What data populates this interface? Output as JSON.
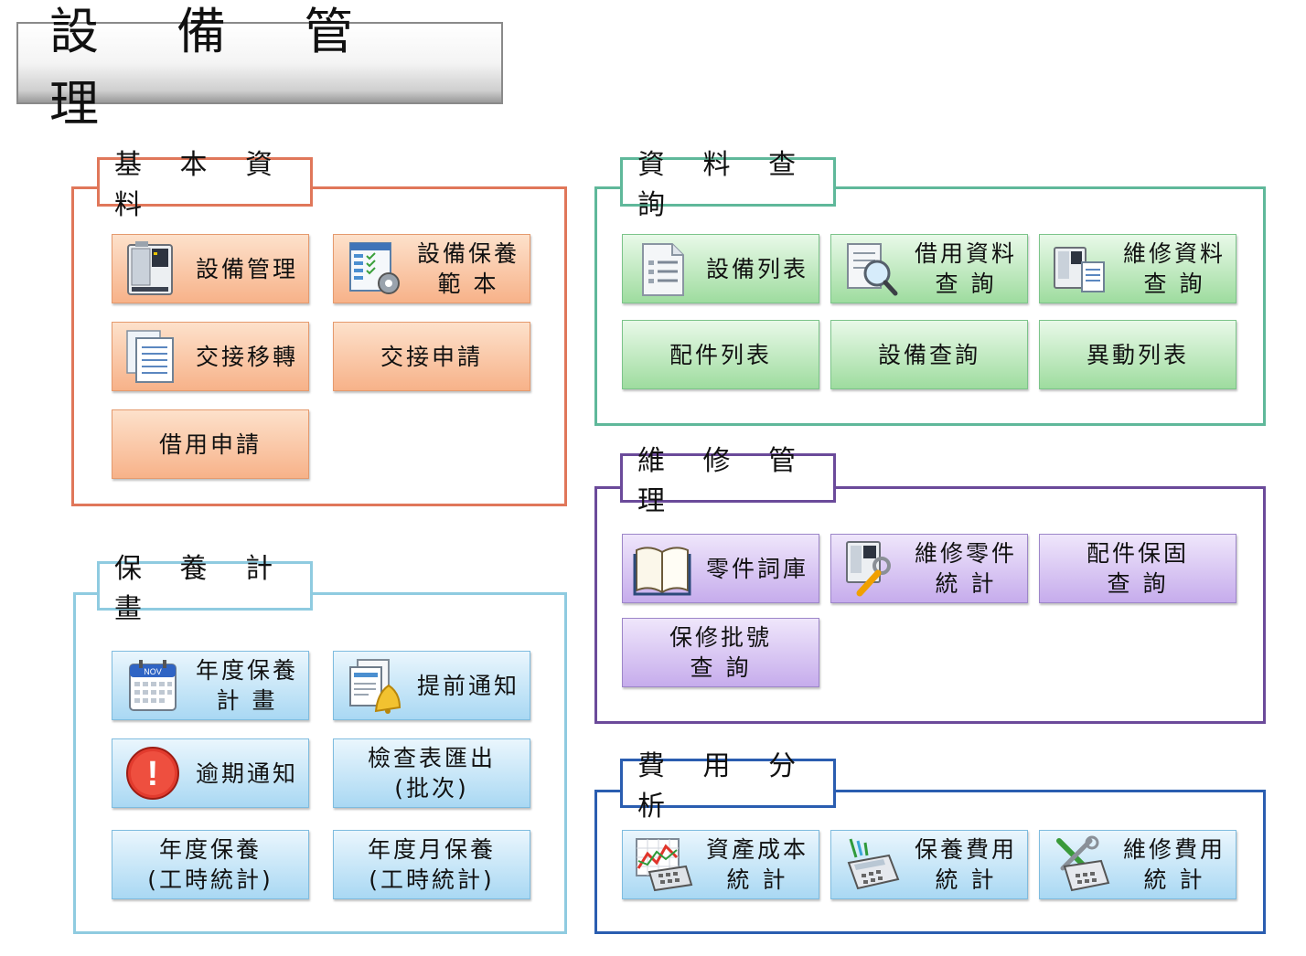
{
  "title": "設 備 管 理",
  "colors": {
    "basic": "#e0775a",
    "query": "#5fb89a",
    "repair": "#6b4a9a",
    "plan": "#8fcbe0",
    "cost": "#2a5db0"
  },
  "sections": {
    "basic": {
      "title": "基 本 資 料",
      "buttons": [
        {
          "label": "設備管理",
          "icon": "machine-icon"
        },
        {
          "label": "設備保養\n範 本",
          "icon": "checklist-gear-icon"
        },
        {
          "label": "交接移轉",
          "icon": "documents-icon"
        },
        {
          "label": "交接申請"
        },
        {
          "label": "借用申請"
        }
      ]
    },
    "query": {
      "title": "資 料 查 詢",
      "buttons": [
        {
          "label": "設備列表",
          "icon": "list-document-icon"
        },
        {
          "label": "借用資料\n查 詢",
          "icon": "magnifier-document-icon"
        },
        {
          "label": "維修資料\n查 詢",
          "icon": "machine-document-icon"
        },
        {
          "label": "配件列表"
        },
        {
          "label": "設備查詢"
        },
        {
          "label": "異動列表"
        }
      ]
    },
    "repair": {
      "title": "維 修 管 理",
      "buttons": [
        {
          "label": "零件詞庫",
          "icon": "book-icon"
        },
        {
          "label": "維修零件\n統 計",
          "icon": "machine-wrench-icon"
        },
        {
          "label": "配件保固\n查 詢"
        },
        {
          "label": "保修批號\n查 詢"
        }
      ]
    },
    "plan": {
      "title": "保 養 計 畫",
      "buttons": [
        {
          "label": "年度保養\n計 畫",
          "icon": "calendar-icon",
          "icon_text": "NOV"
        },
        {
          "label": "提前通知",
          "icon": "report-bell-icon"
        },
        {
          "label": "逾期通知",
          "icon": "alert-icon",
          "icon_text": "!"
        },
        {
          "label": "檢查表匯出\n(批次)"
        },
        {
          "label": "年度保養\n(工時統計)"
        },
        {
          "label": "年度月保養\n(工時統計)"
        }
      ]
    },
    "cost": {
      "title": "費 用 分 析",
      "buttons": [
        {
          "label": "資產成本\n統 計",
          "icon": "chart-calculator-icon"
        },
        {
          "label": "保養費用\n統 計",
          "icon": "calculator-icon"
        },
        {
          "label": "維修費用\n統 計",
          "icon": "tools-calculator-icon"
        }
      ]
    }
  }
}
